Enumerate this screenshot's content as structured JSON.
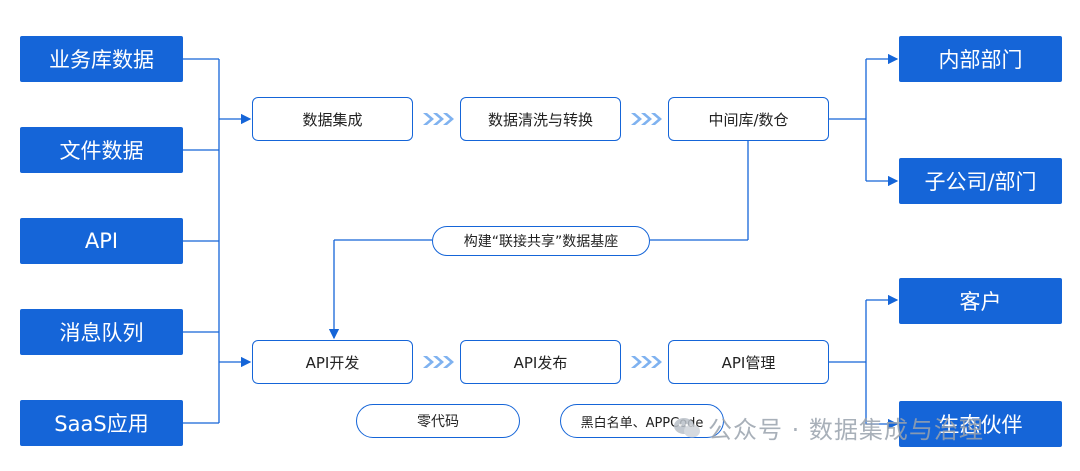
{
  "sources": [
    "业务库数据",
    "文件数据",
    "API",
    "消息队列",
    "SaaS应用"
  ],
  "flow_top": [
    "数据集成",
    "数据清洗与转换",
    "中间库/数仓"
  ],
  "flow_bottom": [
    "API开发",
    "API发布",
    "API管理"
  ],
  "targets_top": [
    "内部部门",
    "子公司/部门"
  ],
  "targets_bottom": [
    "客户",
    "生态伙伴"
  ],
  "foundation_label": "构建“联接共享”数据基座",
  "pills": [
    "零代码",
    "黑白名单、APPCode"
  ],
  "watermark": "公众号 · 数据集成与治理",
  "colors": {
    "primary": "#1565d8",
    "chevron": "#7fb2f0",
    "line": "#1565d8"
  }
}
